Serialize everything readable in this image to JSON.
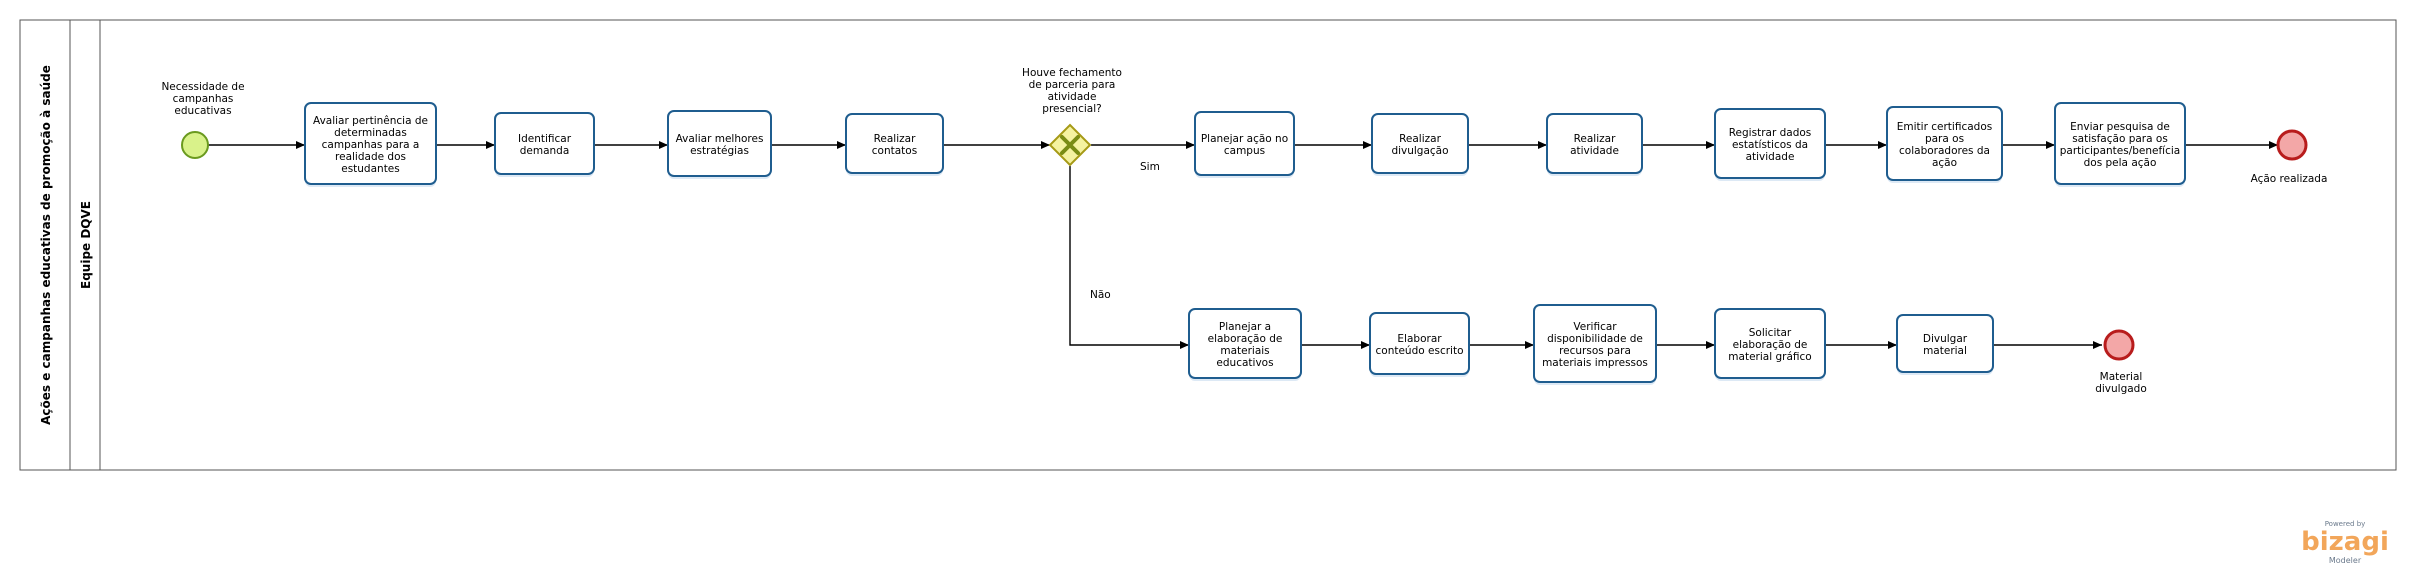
{
  "pool": {
    "title": "Ações e campanhas educativas de promoção à saúde"
  },
  "lane": {
    "title": "Equipe DQVE"
  },
  "start_event": {
    "label": [
      "Necessidade de",
      "campanhas",
      "educativas"
    ]
  },
  "tasks_main": [
    {
      "id": "avaliar-pertinencia",
      "label": [
        "Avaliar pertinência de",
        "determinadas",
        "campanhas para a",
        "realidade dos",
        "estudantes"
      ]
    },
    {
      "id": "identificar-demanda",
      "label": [
        "Identificar",
        "demanda"
      ]
    },
    {
      "id": "avaliar-estrategias",
      "label": [
        "Avaliar melhores",
        "estratégias"
      ]
    },
    {
      "id": "realizar-contatos",
      "label": [
        "Realizar",
        "contatos"
      ]
    }
  ],
  "gateway": {
    "question": [
      "Houve fechamento",
      "de parceria para",
      "atividade",
      "presencial?"
    ],
    "yes_label": "Sim",
    "no_label": "Não"
  },
  "tasks_yes": [
    {
      "id": "planejar-acao",
      "label": [
        "Planejar ação no",
        "campus"
      ]
    },
    {
      "id": "realizar-divulgacao",
      "label": [
        "Realizar",
        "divulgação"
      ]
    },
    {
      "id": "realizar-atividade",
      "label": [
        "Realizar",
        "atividade"
      ]
    },
    {
      "id": "registrar-dados",
      "label": [
        "Registrar dados",
        "estatísticos da",
        "atividade"
      ]
    },
    {
      "id": "emitir-certificados",
      "label": [
        "Emitir certificados",
        "para os",
        "colaboradores da",
        "ação"
      ]
    },
    {
      "id": "enviar-pesquisa",
      "label": [
        "Enviar pesquisa de",
        "satisfação para os",
        "participantes/benefícia",
        "dos pela ação"
      ]
    }
  ],
  "tasks_no": [
    {
      "id": "planejar-materiais",
      "label": [
        "Planejar a",
        "elaboração de",
        "materiais",
        "educativos"
      ]
    },
    {
      "id": "elaborar-conteudo",
      "label": [
        "Elaborar",
        "conteúdo escrito"
      ]
    },
    {
      "id": "verificar-recursos",
      "label": [
        "Verificar",
        "disponibilidade de",
        "recursos para",
        "materiais impressos"
      ]
    },
    {
      "id": "solicitar-material",
      "label": [
        "Solicitar",
        "elaboração de",
        "material gráfico"
      ]
    },
    {
      "id": "divulgar-material",
      "label": [
        "Divulgar",
        "material"
      ]
    }
  ],
  "end_events": {
    "yes": {
      "label": [
        "Ação realizada"
      ]
    },
    "no": {
      "label": [
        "Material",
        "divulgado"
      ]
    }
  },
  "watermark": {
    "powered": "Powered by",
    "brand": "bizagi",
    "sub": "Modeler"
  },
  "colors": {
    "task_border": "#1f5d8f",
    "start_fill": "#d9f28a",
    "start_stroke": "#6a9a1f",
    "end_fill": "#f3a7a7",
    "end_stroke": "#b81c1c",
    "gateway_fill": "#f5f2a0",
    "gateway_stroke": "#a69a16",
    "gateway_mark": "#7a8c14"
  }
}
